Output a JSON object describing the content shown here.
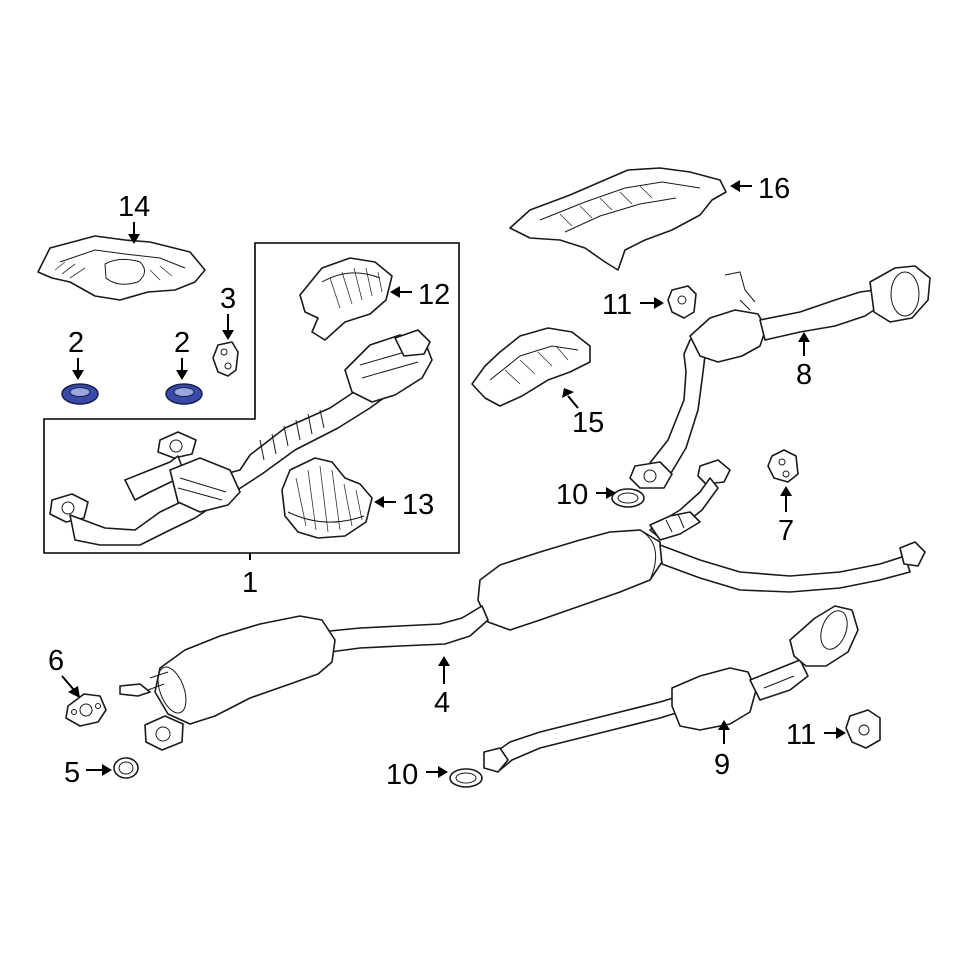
{
  "diagram": {
    "callouts": [
      {
        "id": "c1",
        "label": "1"
      },
      {
        "id": "c2a",
        "label": "2"
      },
      {
        "id": "c2b",
        "label": "2"
      },
      {
        "id": "c3",
        "label": "3"
      },
      {
        "id": "c4",
        "label": "4"
      },
      {
        "id": "c5",
        "label": "5"
      },
      {
        "id": "c6",
        "label": "6"
      },
      {
        "id": "c7",
        "label": "7"
      },
      {
        "id": "c8",
        "label": "8"
      },
      {
        "id": "c9",
        "label": "9"
      },
      {
        "id": "c10a",
        "label": "10"
      },
      {
        "id": "c10b",
        "label": "10"
      },
      {
        "id": "c11a",
        "label": "11"
      },
      {
        "id": "c11b",
        "label": "11"
      },
      {
        "id": "c12",
        "label": "12"
      },
      {
        "id": "c13",
        "label": "13"
      },
      {
        "id": "c14",
        "label": "14"
      },
      {
        "id": "c15",
        "label": "15"
      },
      {
        "id": "c16",
        "label": "16"
      }
    ],
    "highlight_color": "#3b4aa8"
  }
}
